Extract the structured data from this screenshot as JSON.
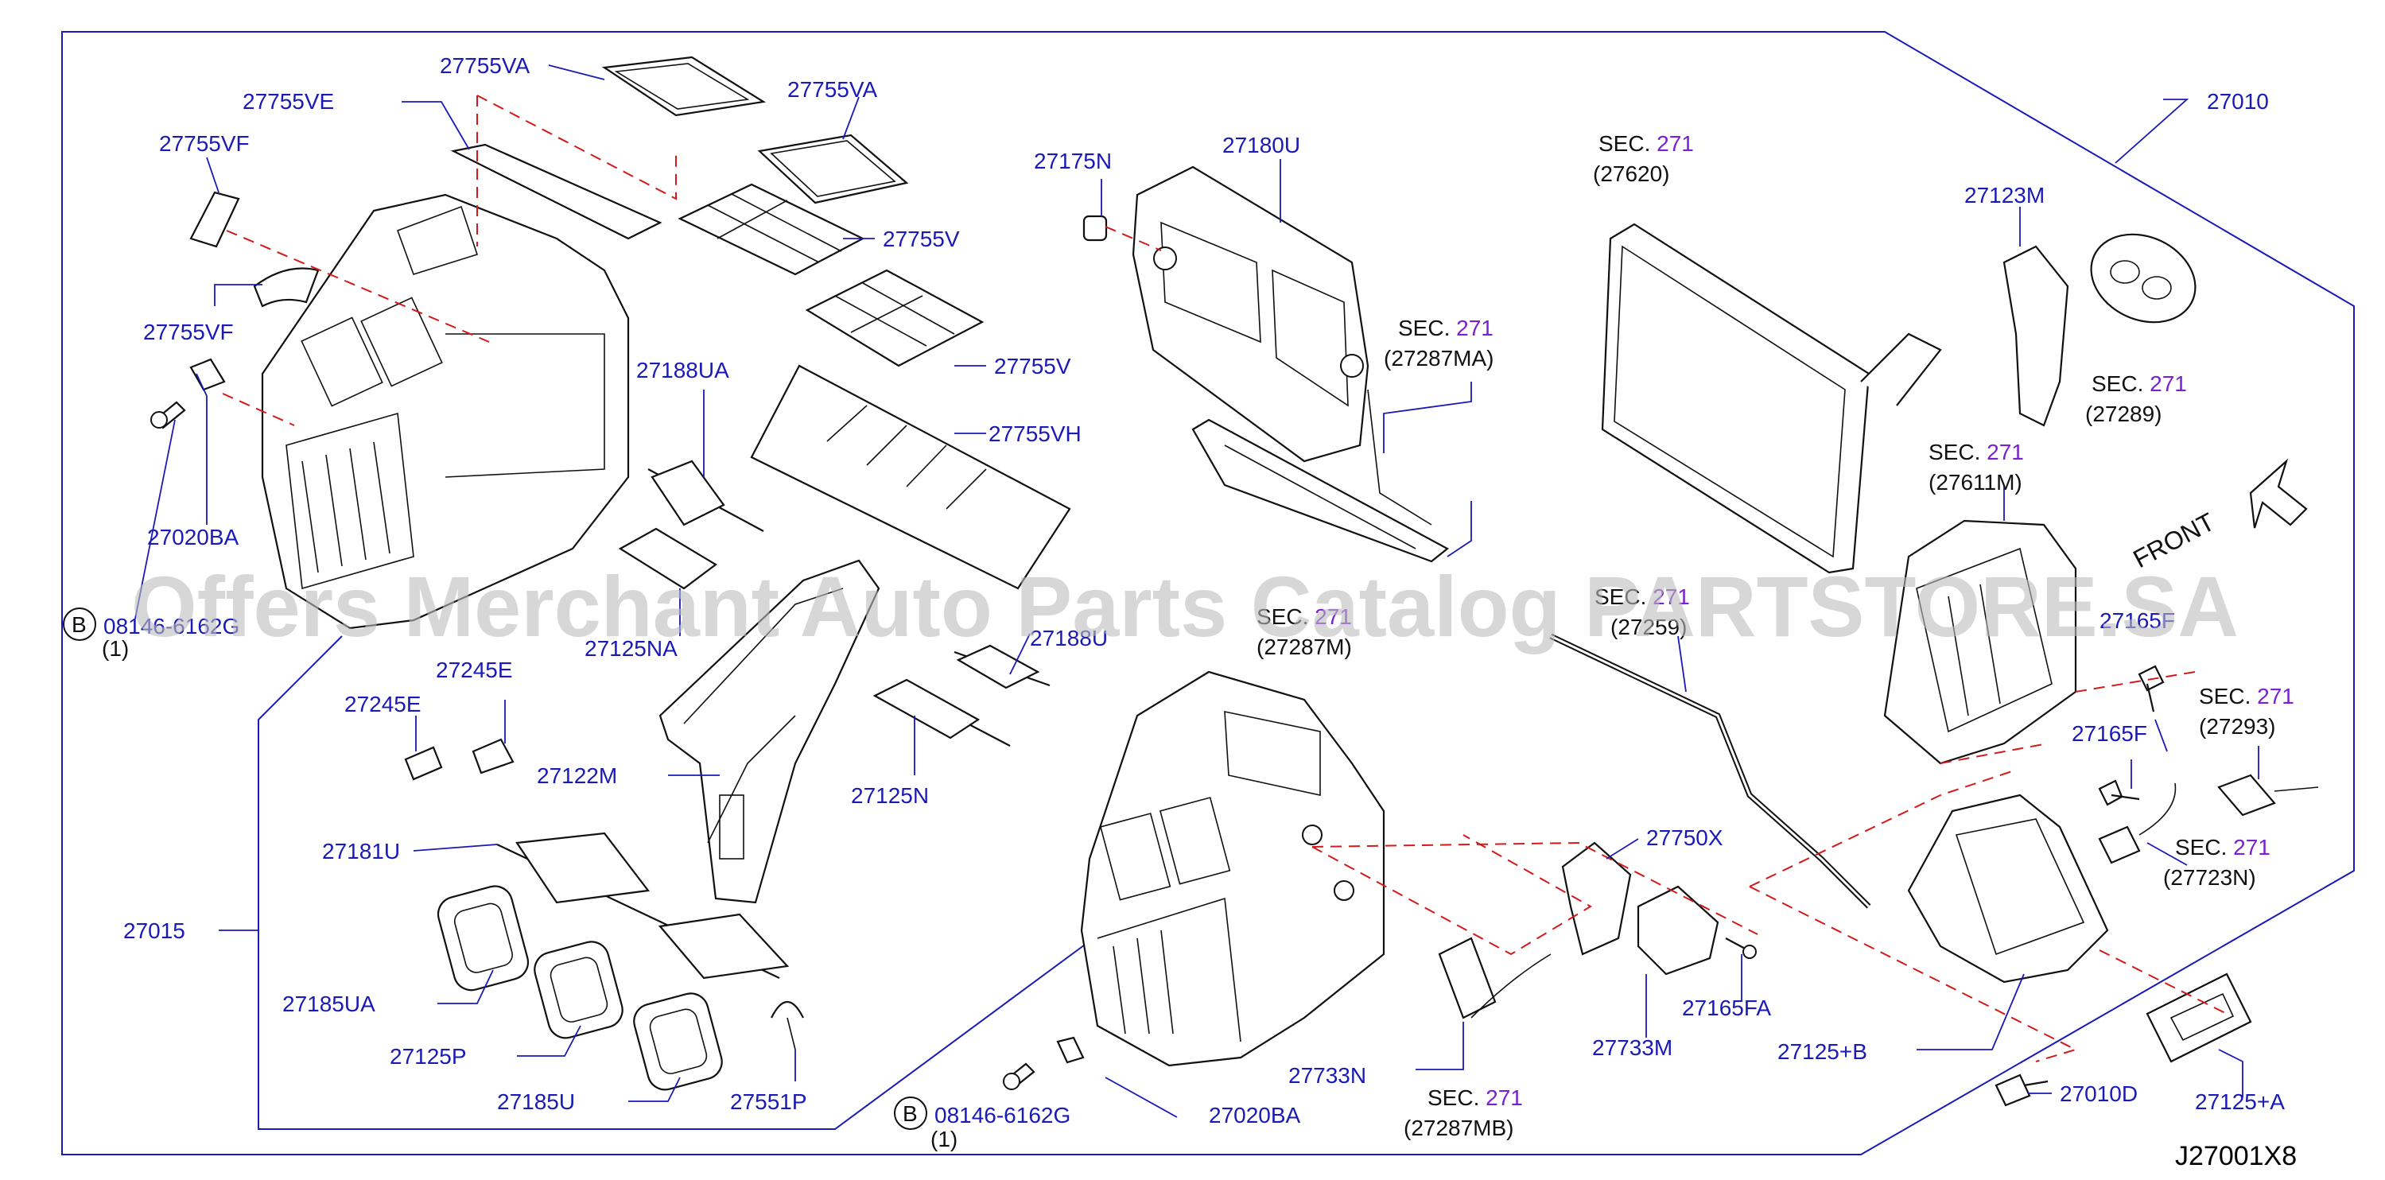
{
  "diagram": {
    "figure_id": "J27001X8",
    "front_label": "FRONT",
    "watermark": "Offers Merchant Auto Parts Catalog PARTSTORE.SA",
    "part_labels": [
      "27755VA",
      "27755VA",
      "27755VE",
      "27755VF",
      "27755VF",
      "27755V",
      "27755V",
      "27755VH",
      "27020BA",
      "27188UA",
      "27188U",
      "27125NA",
      "27245E",
      "27245E",
      "27122M",
      "27125N",
      "27181U",
      "27015",
      "27185UA",
      "27125P",
      "27185U",
      "27551P",
      "08146-6162G",
      "08146-6162G",
      "27175N",
      "27180U",
      "27733N",
      "27020BA",
      "27750X",
      "27165FA",
      "27733M",
      "27010",
      "27123M",
      "27165F",
      "27165F",
      "27125+B",
      "27010D",
      "27125+A"
    ],
    "bolt_qty": [
      "(1)",
      "(1)"
    ],
    "bolt_marker": "B",
    "sections": [
      {
        "prefix": "SEC.",
        "num": "271",
        "ref": "(27620)"
      },
      {
        "prefix": "SEC.",
        "num": "271",
        "ref": "(27287MA)"
      },
      {
        "prefix": "SEC.",
        "num": "271",
        "ref": "(27287M)"
      },
      {
        "prefix": "SEC.",
        "num": "271",
        "ref": "(27289)"
      },
      {
        "prefix": "SEC.",
        "num": "271",
        "ref": "(27611M)"
      },
      {
        "prefix": "SEC.",
        "num": "271",
        "ref": "(27259)"
      },
      {
        "prefix": "SEC.",
        "num": "271",
        "ref": "(27293)"
      },
      {
        "prefix": "SEC.",
        "num": "271",
        "ref": "(27723N)"
      },
      {
        "prefix": "SEC.",
        "num": "271",
        "ref": "(27287MB)"
      }
    ]
  }
}
